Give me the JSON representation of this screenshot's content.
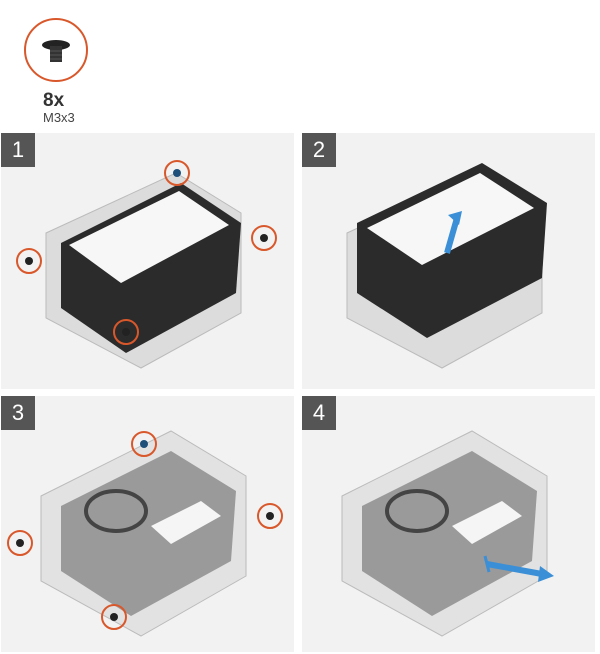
{
  "screw_legend": {
    "quantity": "8x",
    "size": "M3x3",
    "icon": "screw-icon",
    "highlight_color": "#d9582b"
  },
  "steps": [
    {
      "number": "1",
      "action": "remove-screws",
      "screws": 4,
      "drive": "ssd-dark"
    },
    {
      "number": "2",
      "action": "lift-arrow",
      "drive": "ssd-dark"
    },
    {
      "number": "3",
      "action": "remove-screws",
      "screws": 4,
      "drive": "ssd-intel"
    },
    {
      "number": "4",
      "action": "slide-arrow",
      "drive": "ssd-intel"
    }
  ],
  "colors": {
    "badge": "#555555",
    "panel": "#f2f2f2",
    "screw_circle": "#d9582b",
    "arrow": "#3b8fd6"
  }
}
